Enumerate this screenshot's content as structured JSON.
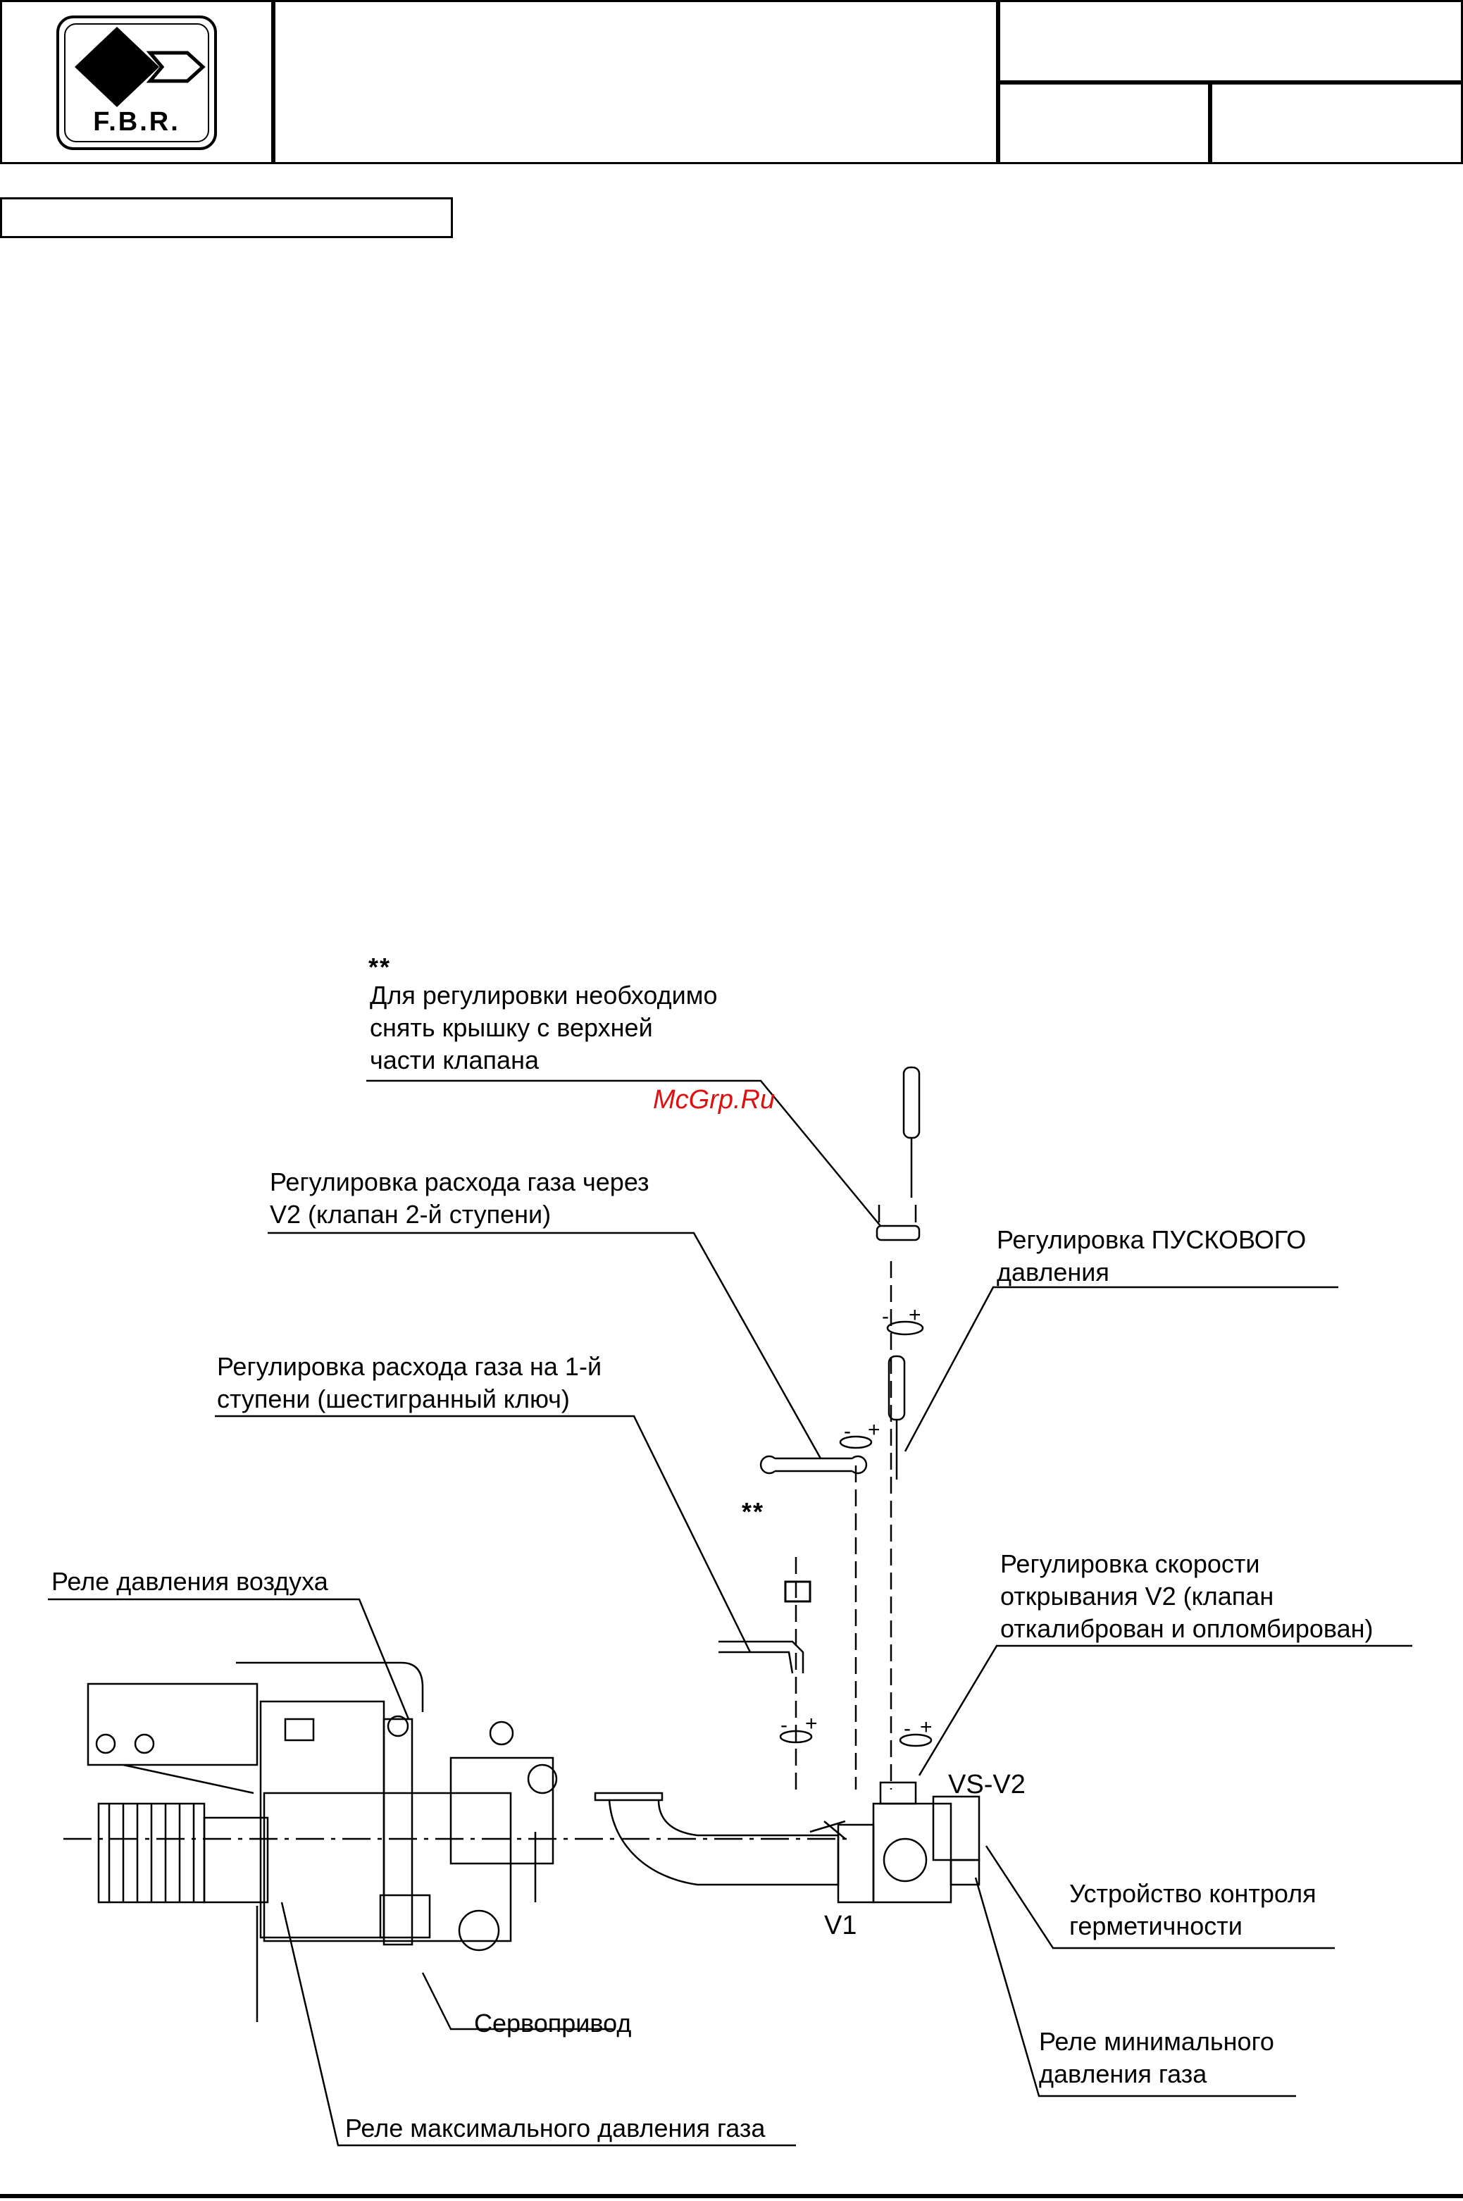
{
  "header": {
    "logo_text": "F.B.R.",
    "title_cell": "",
    "ref_cell": "",
    "page_cell_a": "",
    "page_cell_b": "",
    "section_box": ""
  },
  "watermark": "McGrp.Ru",
  "notes": {
    "stars_top": "**",
    "stars_lower": "**",
    "cover_note": "Для регулировки необходимо\nснять крышку с верхней\nчасти клапана"
  },
  "labels": {
    "gas_flow_v2": "Регулировка расхода газа через\nV2 (клапан 2-й ступени)",
    "start_pressure": "Регулировка ПУСКОВОГО\nдавления",
    "gas_flow_stage1": "Регулировка расхода газа на 1-й\nступени (шестигранный ключ)",
    "air_pressure_relay": "Реле давления воздуха",
    "v2_opening_speed": "Регулировка скорости\nоткрывания V2 (клапан\nоткалиброван и опломбирован)",
    "tightness_control": "Устройство контроля\nгерметичности",
    "servo_drive": "Сервопривод",
    "min_gas_pressure_relay": "Реле минимального\nдавления газа",
    "max_gas_pressure_relay": "Реле максимального давления газа"
  },
  "tags": {
    "vs_v2": "VS-V2",
    "v1": "V1"
  },
  "rotation_signs": {
    "minus": "-",
    "plus": "+"
  }
}
